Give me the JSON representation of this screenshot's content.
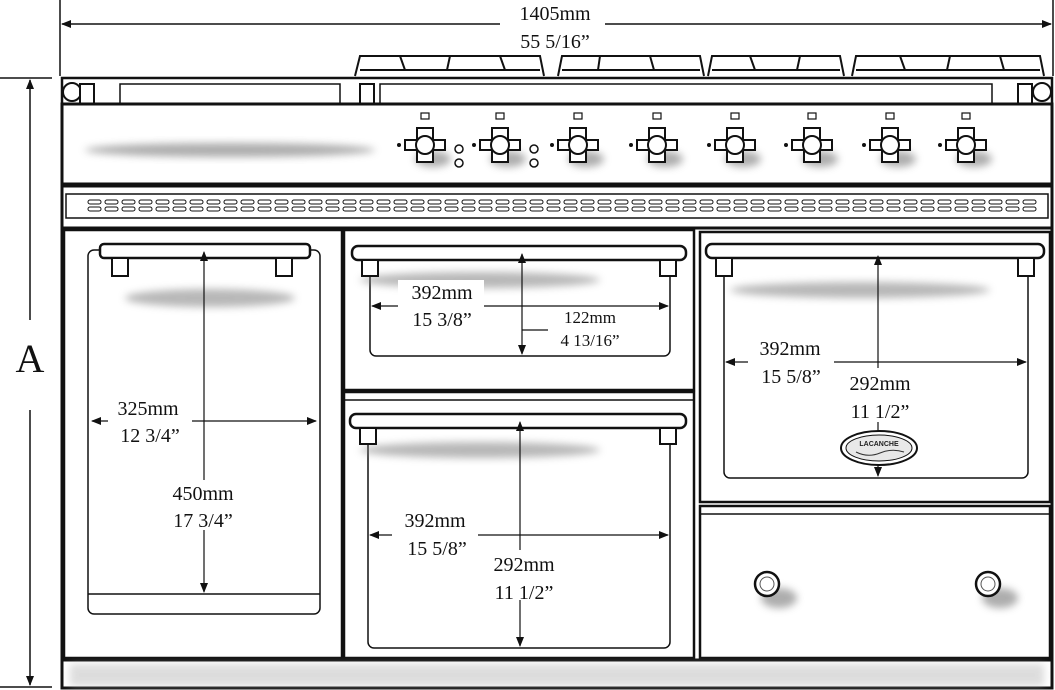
{
  "overall_width": {
    "mm": "1405mm",
    "inch": "55 5/16”"
  },
  "height_label": "A",
  "left_oven": {
    "width": {
      "mm": "325mm",
      "inch": "12 3/4”"
    },
    "height": {
      "mm": "450mm",
      "inch": "17 3/4”"
    }
  },
  "upper_middle_oven": {
    "width": {
      "mm": "392mm",
      "inch": "15 3/8”"
    },
    "height": {
      "mm": "122mm",
      "inch": "4 13/16”"
    }
  },
  "lower_middle_oven": {
    "width": {
      "mm": "392mm",
      "inch": "15 5/8”"
    },
    "height": {
      "mm": "292mm",
      "inch": "11 1/2”"
    }
  },
  "right_oven": {
    "width": {
      "mm": "392mm",
      "inch": "15 5/8”"
    },
    "height": {
      "mm": "292mm",
      "inch": "11 1/2”"
    }
  },
  "brand_logo": "LACANCHE",
  "knob_count": 8,
  "storage_knob_count": 2
}
